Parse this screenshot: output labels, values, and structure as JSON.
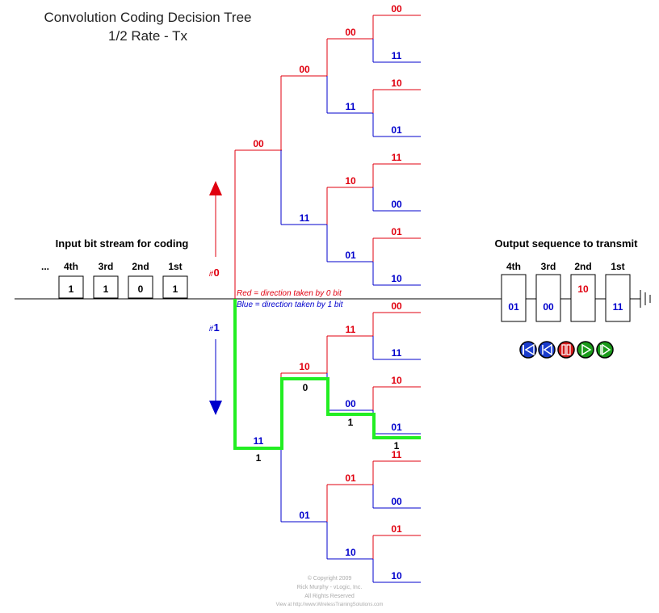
{
  "title": {
    "line1": "Convolution Coding Decision Tree",
    "line2": "1/2 Rate - Tx"
  },
  "colors": {
    "zero": "#e0000f",
    "one": "#0000cc",
    "path": "#22ee22",
    "text": "#000000"
  },
  "input": {
    "heading": "Input bit stream for coding",
    "ellipsis": "...",
    "bits": [
      {
        "label": "4th",
        "value": "1"
      },
      {
        "label": "3rd",
        "value": "1"
      },
      {
        "label": "2nd",
        "value": "0"
      },
      {
        "label": "1st",
        "value": "1"
      }
    ]
  },
  "output": {
    "heading": "Output sequence to transmit",
    "slots": [
      {
        "label": "4th",
        "value": "01",
        "bit": "1"
      },
      {
        "label": "3rd",
        "value": "00",
        "bit": "1"
      },
      {
        "label": "2nd",
        "value": "10",
        "bit": "0"
      },
      {
        "label": "1st",
        "value": "11",
        "bit": "1"
      }
    ]
  },
  "arrows": {
    "up_prefix": "if",
    "up_value": "0",
    "down_prefix": "if",
    "down_value": "1"
  },
  "legend": {
    "red": "Red = direction taken by 0 bit",
    "blue": "Blue = direction taken by 1 bit"
  },
  "tree": {
    "level1": [
      "00",
      "11"
    ],
    "level2": [
      "00",
      "11",
      "10",
      "01"
    ],
    "level3": [
      "00",
      "11",
      "10",
      "01",
      "11",
      "00",
      "01",
      "10"
    ],
    "level4": [
      "00",
      "11",
      "10",
      "01",
      "11",
      "00",
      "01",
      "10",
      "00",
      "11",
      "10",
      "01",
      "11",
      "00",
      "01",
      "10"
    ],
    "path_bits": [
      "1",
      "0",
      "1",
      "1"
    ]
  },
  "controls": [
    {
      "name": "rewind-start-icon",
      "color": "#1a3ccc"
    },
    {
      "name": "step-back-icon",
      "color": "#1a3ccc"
    },
    {
      "name": "pause-icon",
      "color": "#d11a1a"
    },
    {
      "name": "play-icon",
      "color": "#1a9a1a"
    },
    {
      "name": "step-forward-icon",
      "color": "#1a9a1a"
    }
  ],
  "copyright": {
    "line1": "© Copyright 2009",
    "line2": "Rick Murphy - vLogic, Inc.",
    "line3": "All Rights Reserved",
    "line4": "View at http://www.WirelessTrainingSolutions.com"
  }
}
